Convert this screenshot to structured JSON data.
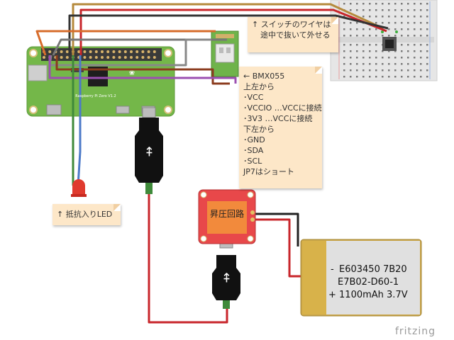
{
  "notes": {
    "switch": [
      "↑ スイッチのワイヤは",
      "途中で抜いて外せる"
    ],
    "bmx": [
      "← BMX055",
      "上左から",
      "･VCC",
      "･VCCIO …VCCに接続",
      "･3V3 …VCCに接続",
      "下左から",
      "･GND",
      "･SDA",
      "･SCL",
      "JP7はショート"
    ],
    "led": [
      "↑ 抵抗入りLED"
    ]
  },
  "board_label": "Raspberry Pi Zero V1.2",
  "booster_label": "昇圧回路",
  "battery_lines": [
    "E603450 7B20",
    "E7B02-D60-1",
    "+ 1100mAh 3.7V"
  ],
  "battery_minus": "-",
  "watermark": "fritzing",
  "colors": {
    "board": "#74b749",
    "booster": "#e8484a",
    "booster_core": "#f28a3c",
    "battery": "#c9a64a",
    "note": "#fde7c8"
  }
}
